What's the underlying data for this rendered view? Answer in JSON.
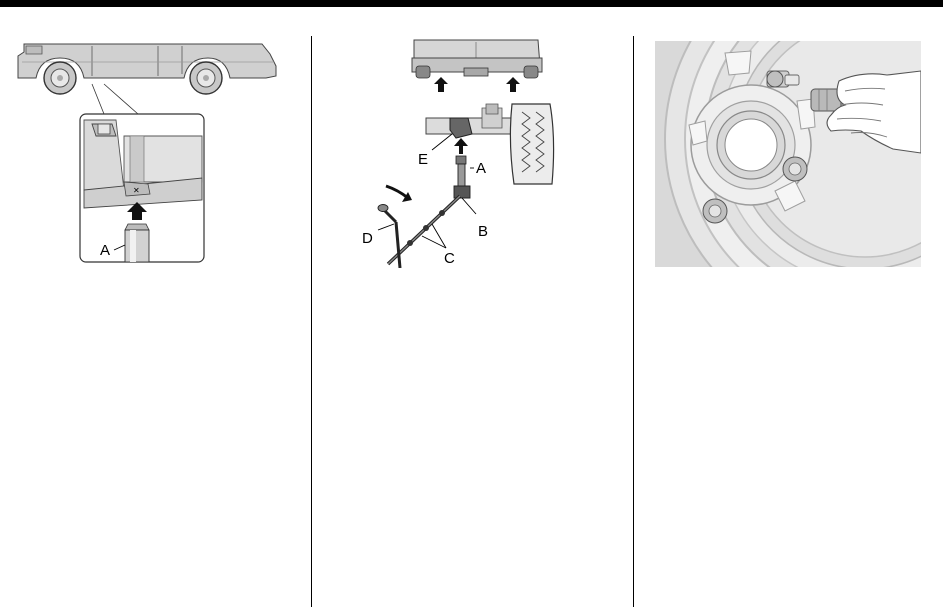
{
  "figure1": {
    "labels": {
      "a": "A"
    }
  },
  "figure2": {
    "labels": {
      "a": "A",
      "b": "B",
      "c": "C",
      "d": "D",
      "e": "E"
    }
  },
  "figure3": {}
}
